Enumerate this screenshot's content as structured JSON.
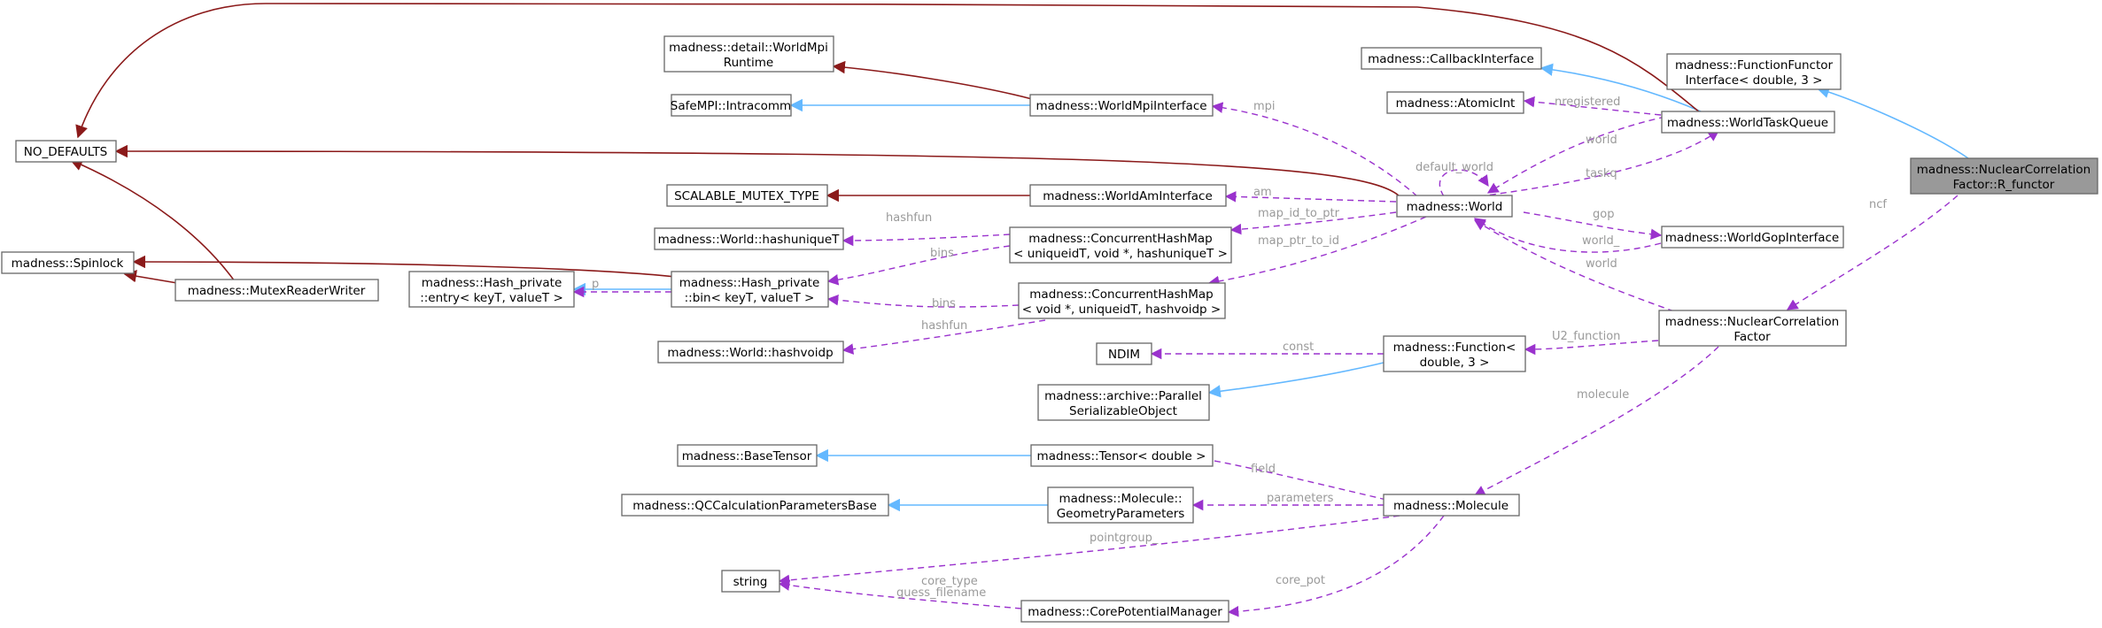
{
  "diagram": {
    "colors": {
      "public_inheritance": "#63b8ff",
      "private_inheritance": "#8b1a1a",
      "usage": "#9a32cd",
      "focus_fill": "#999999",
      "edge_label": "#9a9a9a"
    },
    "nodes": {
      "focus": {
        "line1": "madness::NuclearCorrelation",
        "line2": "Factor::R_functor"
      },
      "function_functor": {
        "line1": "madness::FunctionFunctor",
        "line2": "Interface< double, 3 >"
      },
      "nuclear_correlation_factor": {
        "line1": "madness::NuclearCorrelation",
        "line2": "Factor"
      },
      "world_task_queue": {
        "line1": "madness::WorldTaskQueue"
      },
      "callback_interface": {
        "line1": "madness::CallbackInterface"
      },
      "atomic_int": {
        "line1": "madness::AtomicInt"
      },
      "world_gop_interface": {
        "line1": "madness::WorldGopInterface"
      },
      "world": {
        "line1": "madness::World"
      },
      "no_defaults": {
        "line1": "NO_DEFAULTS"
      },
      "world_mpi_runtime": {
        "line1": "madness::detail::WorldMpi",
        "line2": "Runtime"
      },
      "intracomm": {
        "line1": "SafeMPI::Intracomm"
      },
      "world_mpi_interface": {
        "line1": "madness::WorldMpiInterface"
      },
      "scalable_mutex": {
        "line1": "SCALABLE_MUTEX_TYPE"
      },
      "world_am_interface": {
        "line1": "madness::WorldAmInterface"
      },
      "hashuniquet": {
        "line1": "madness::World::hashuniqueT"
      },
      "chm_unique": {
        "line1": "madness::ConcurrentHashMap",
        "line2": "< uniqueidT, void *, hashuniqueT >"
      },
      "spinlock": {
        "line1": "madness::Spinlock"
      },
      "mutex_rw": {
        "line1": "madness::MutexReaderWriter"
      },
      "hp_entry": {
        "line1": "madness::Hash_private",
        "line2": "::entry< keyT, valueT >"
      },
      "hp_bin": {
        "line1": "madness::Hash_private",
        "line2": "::bin< keyT, valueT >"
      },
      "chm_void": {
        "line1": "madness::ConcurrentHashMap",
        "line2": "< void *, uniqueidT, hashvoidp >"
      },
      "hashvoidp": {
        "line1": "madness::World::hashvoidp"
      },
      "ndim": {
        "line1": "NDIM"
      },
      "function": {
        "line1": "madness::Function<",
        "line2": "double, 3 >"
      },
      "parallel_serializable": {
        "line1": "madness::archive::Parallel",
        "line2": "SerializableObject"
      },
      "base_tensor": {
        "line1": "madness::BaseTensor"
      },
      "tensor": {
        "line1": "madness::Tensor< double >"
      },
      "qc_params": {
        "line1": "madness::QCCalculationParametersBase"
      },
      "geometry_params": {
        "line1": "madness::Molecule::",
        "line2": "GeometryParameters"
      },
      "molecule": {
        "line1": "madness::Molecule"
      },
      "string": {
        "line1": "string"
      },
      "core_potential_manager": {
        "line1": "madness::CorePotentialManager"
      }
    },
    "edge_labels": {
      "ncf": "ncf",
      "nregistered": "nregistered",
      "world_wtq": "world",
      "taskq": "taskq",
      "default_world": "default_world",
      "mpi": "mpi",
      "am": "am",
      "map_id_to_ptr": "map_id_to_ptr",
      "map_ptr_to_id": "map_ptr_to_id",
      "gop": "gop",
      "world_gop": "world_",
      "world_ncf": "world",
      "hashfun_unique": "hashfun",
      "bins_unique": "bins",
      "p": "p",
      "bins_void": "bins",
      "hashfun_void": "hashfun",
      "const": "const",
      "u2_function": "U2_function",
      "molecule": "molecule",
      "field": "field",
      "parameters": "parameters",
      "pointgroup": "pointgroup_",
      "core_type": "core_type",
      "guess_filename": "guess_filename",
      "core_pot": "core_pot"
    }
  }
}
